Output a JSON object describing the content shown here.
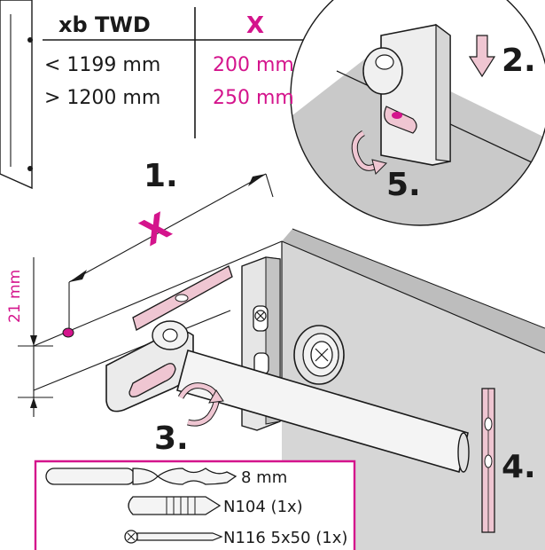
{
  "table": {
    "col1_header": "xb TWD",
    "col2_header": "X",
    "rows": [
      {
        "range": "< 1199 mm",
        "value": "200 mm"
      },
      {
        "range": "> 1200 mm",
        "value": "250 mm"
      }
    ]
  },
  "steps": {
    "step1": "1.",
    "step2": "2.",
    "step3": "3.",
    "step4": "4.",
    "step5": "5."
  },
  "dimensions": {
    "x_label": "X",
    "height_label": "21 mm"
  },
  "parts": {
    "drill": "8 mm",
    "dowel": "N104 (1x)",
    "screw": "N116 5x50 (1x)"
  },
  "colors": {
    "accent": "#d4148c",
    "level": "#efc6d2",
    "wall_gray": "#cfcfcf",
    "line": "#1a1a1a"
  }
}
